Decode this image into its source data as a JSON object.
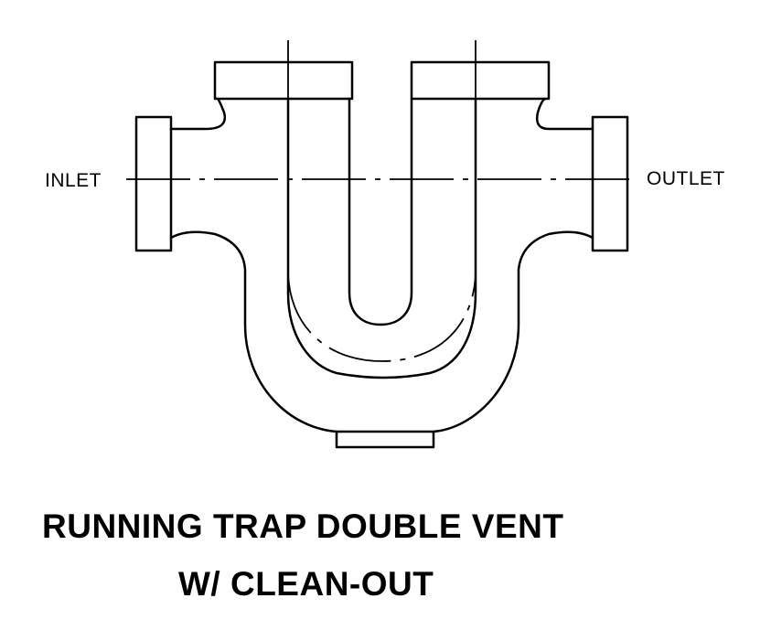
{
  "labels": {
    "inlet": "INLET",
    "outlet": "OUTLET"
  },
  "title": {
    "line1": "RUNNING TRAP DOUBLE VENT",
    "line2": "W/ CLEAN-OUT"
  }
}
